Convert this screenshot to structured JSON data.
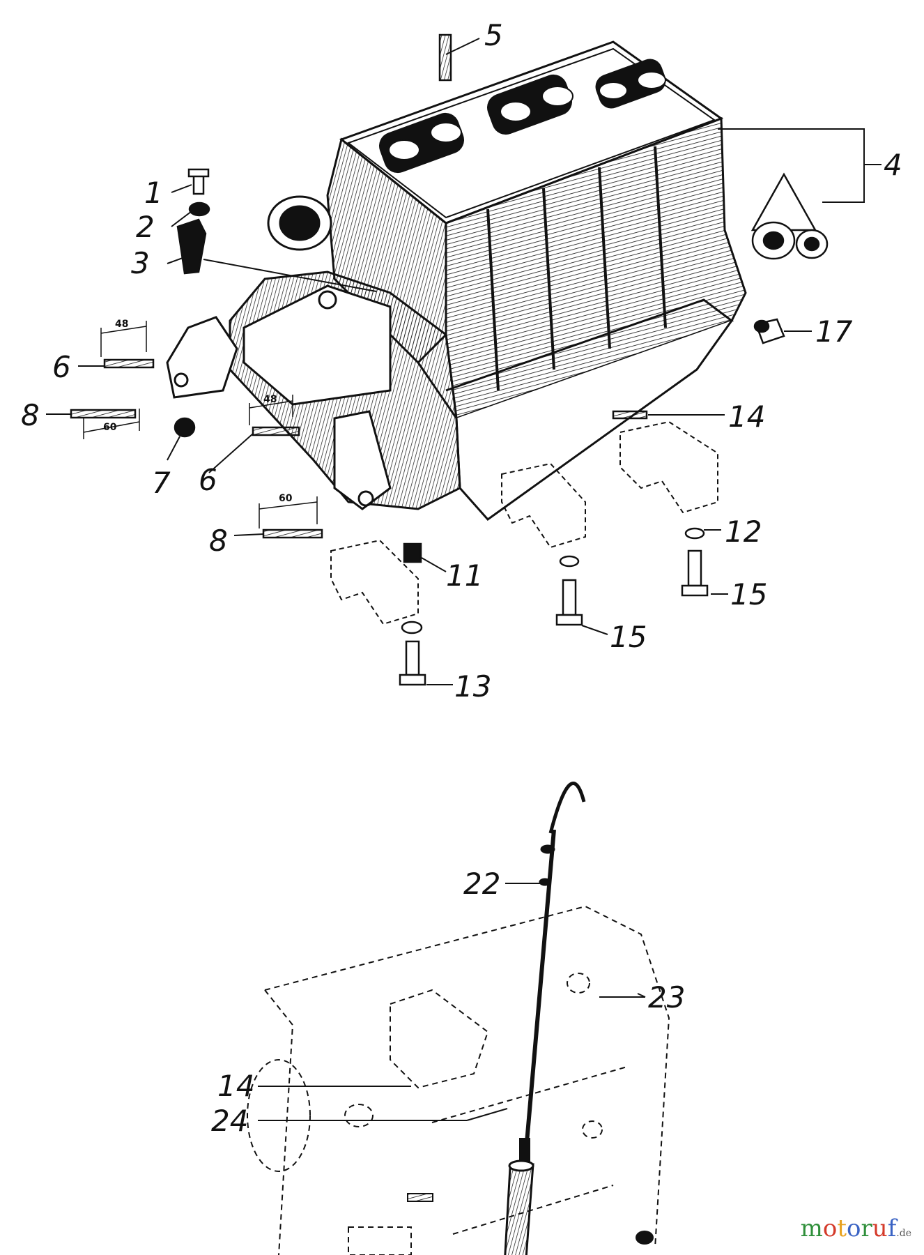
{
  "callouts": [
    "1",
    "2",
    "3",
    "4",
    "5",
    "6",
    "6",
    "7",
    "8",
    "8",
    "11",
    "12",
    "13",
    "14",
    "15",
    "15",
    "17",
    "22",
    "23",
    "14",
    "24"
  ],
  "dimensions": [
    "48",
    "60",
    "48",
    "60"
  ],
  "watermark": {
    "parts": [
      "m",
      "o",
      "t",
      "o",
      "r",
      "u",
      "f"
    ],
    "suffix": ".de"
  },
  "colors": {
    "ink": "#111111",
    "watermark": [
      "#2f8f3a",
      "#d43a2a",
      "#e8a21f",
      "#3a63c4",
      "#2f8f3a",
      "#d43a2a",
      "#3a63c4"
    ]
  }
}
